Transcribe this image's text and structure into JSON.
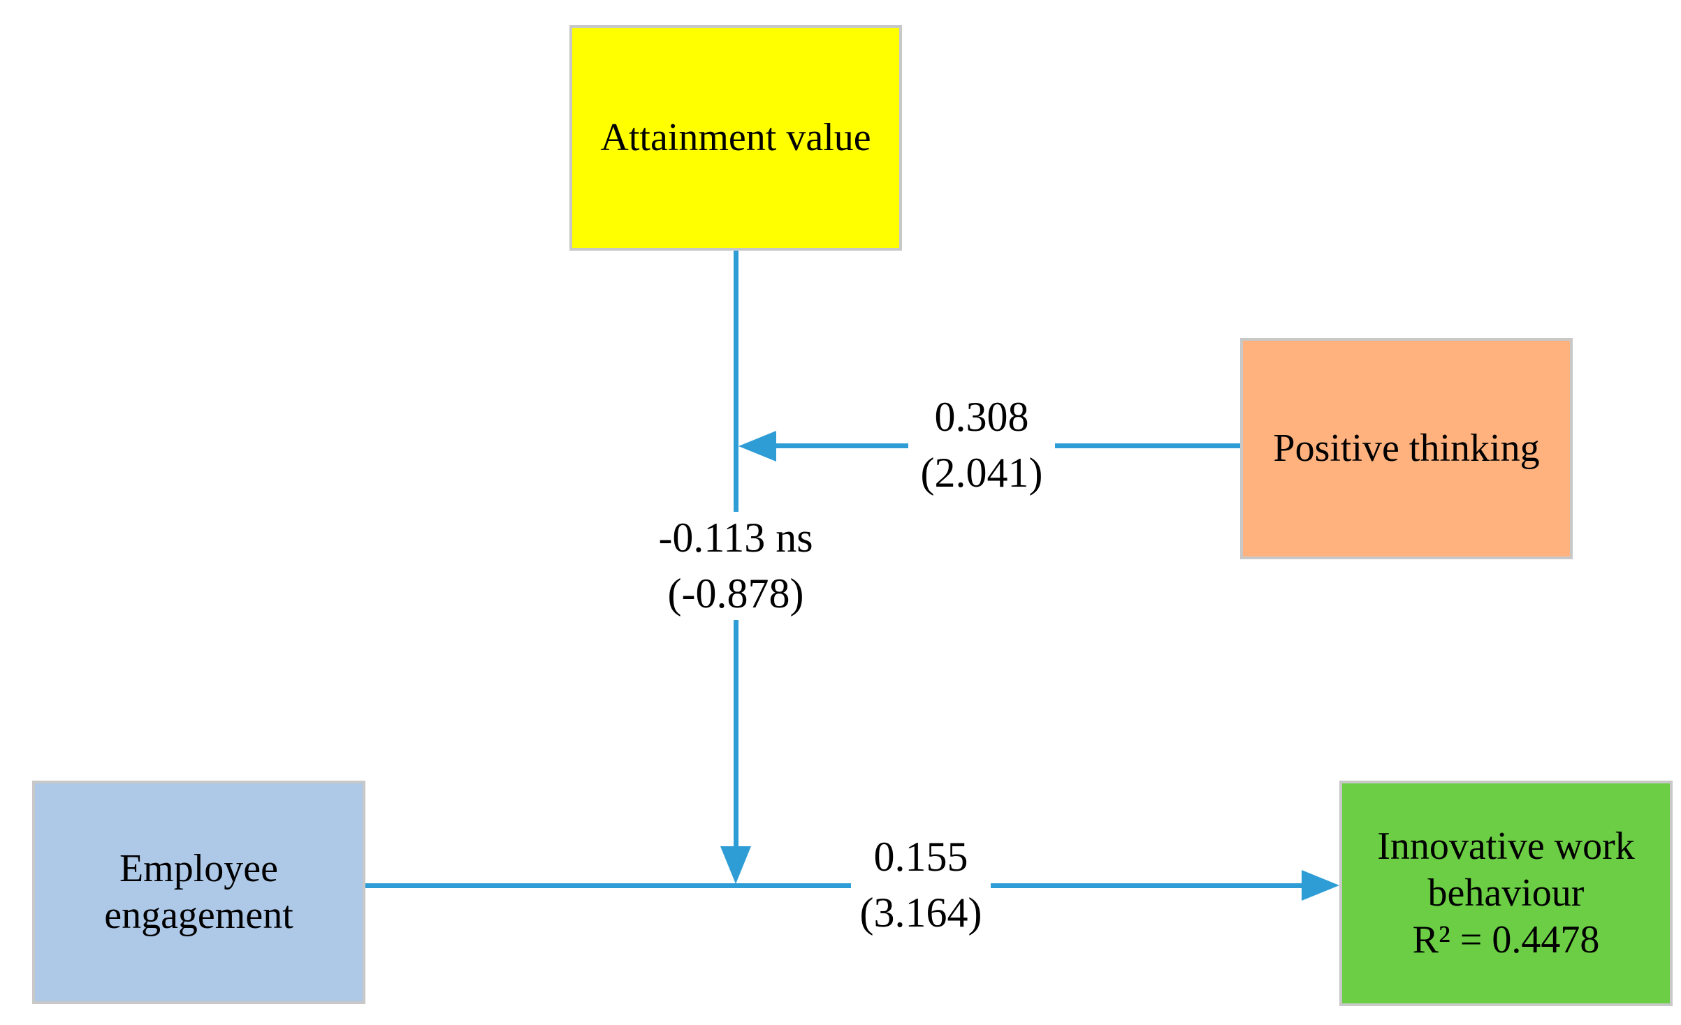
{
  "figure": {
    "type": "path-model-diagram",
    "boxes": [
      {
        "id": "attainment-value",
        "lines": [
          "Attainment value"
        ],
        "fill": "#FFFF00"
      },
      {
        "id": "positive-thinking",
        "lines": [
          "Positive thinking"
        ],
        "fill": "#FFB27E"
      },
      {
        "id": "employee-engagement",
        "lines": [
          "Employee",
          "engagement"
        ],
        "fill": "#AEC8E8"
      },
      {
        "id": "innovative-work-behaviour",
        "lines": [
          "Innovative work",
          "behaviour",
          "R² = 0.4478"
        ],
        "fill": "#6BCE44"
      }
    ],
    "paths": [
      {
        "id": "positive-thinking-to-attainment-value",
        "coefficient": "0.308",
        "t_value": "(2.041)"
      },
      {
        "id": "attainment-value-moderation-on-engagement-iwb",
        "coefficient": "-0.113 ns",
        "t_value": "(-0.878)"
      },
      {
        "id": "employee-engagement-to-innovative-work-behaviour",
        "coefficient": "0.155",
        "t_value": "(3.164)"
      }
    ],
    "colors": {
      "arrow": "#2E9DD6",
      "box_border": "#C8C8C8",
      "background": "#FFFFFF",
      "text": "#000000"
    }
  }
}
